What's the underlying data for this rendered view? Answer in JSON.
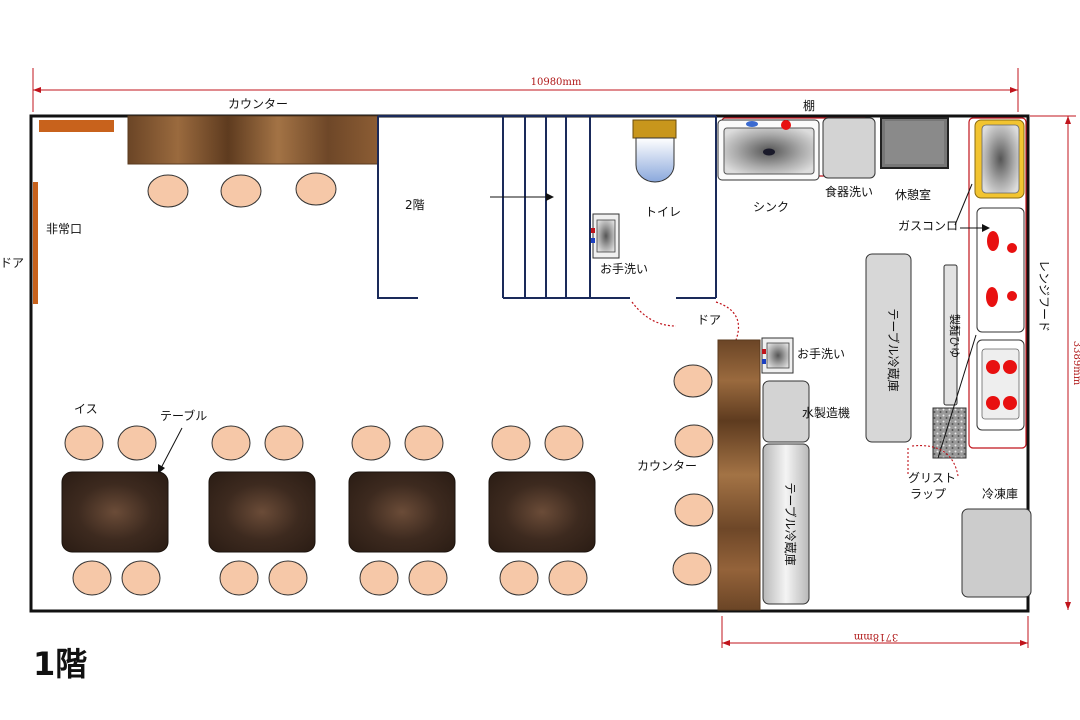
{
  "floor_title": "1階",
  "dimensions": {
    "width": "10980mm",
    "height": "3389mm",
    "kitchen_width": "3718mm"
  },
  "labels": {
    "counter_top": "カウンター",
    "counter_mid": "カウンター",
    "emergency_exit": "非常口",
    "door_left": "ドア",
    "door_mid": "ドア",
    "stairs": "2階",
    "toilet": "トイレ",
    "handwash_toilet": "お手洗い",
    "handwash_kitchen": "お手洗い",
    "shelf": "棚",
    "sink": "シンク",
    "dishwasher": "食器洗い",
    "break_room": "休憩室",
    "gas_stove": "ガスコンロ",
    "range_hood": "レンジフード",
    "table_fridge_1": "テーブル冷蔵庫",
    "table_fridge_2": "テーブル冷蔵庫",
    "rice_cooker": "製麺ひゆ",
    "ice_maker": "水製造機",
    "grease_trap": "グリストラップ",
    "freezer": "冷凍庫",
    "chair": "イス",
    "table": "テーブル"
  },
  "colors": {
    "wall": "#111111",
    "dimension": "#c0141c",
    "chair": "#f6c8a8",
    "wood": "#7b5230",
    "marble": "#4a3326",
    "burner": "#e81010",
    "appliance": "#d3d3d3"
  },
  "layout": {
    "tables": 4,
    "chairs_per_table": 4,
    "counter_stools_top": 3,
    "counter_stools_mid": 4
  }
}
